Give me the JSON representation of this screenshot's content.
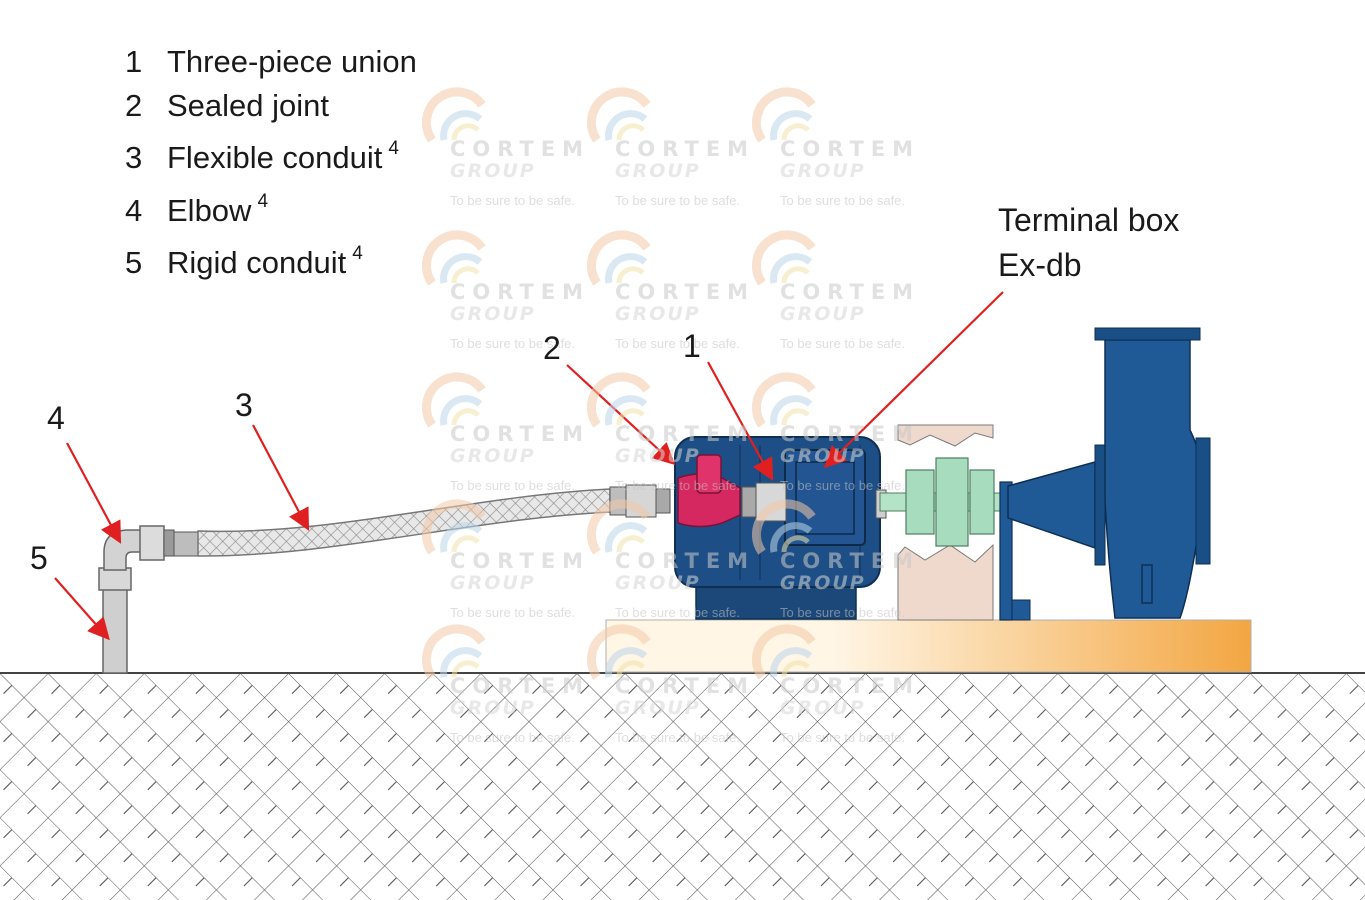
{
  "legend": [
    {
      "num": "1",
      "label": "Three-piece union",
      "note": ""
    },
    {
      "num": "2",
      "label": "Sealed joint",
      "note": ""
    },
    {
      "num": "3",
      "label": "Flexible conduit",
      "note": "4"
    },
    {
      "num": "4",
      "label": "Elbow",
      "note": "4"
    },
    {
      "num": "5",
      "label": "Rigid conduit",
      "note": "4"
    }
  ],
  "callouts": {
    "c1": "1",
    "c2": "2",
    "c3": "3",
    "c4": "4",
    "c5": "5"
  },
  "terminal_box": {
    "line1": "Terminal box",
    "line2": "Ex-db"
  },
  "watermark": {
    "name": "CORTEM",
    "group": "GROUP",
    "tagline": "To be sure to be safe."
  },
  "colors": {
    "motor": "#1d4f86",
    "pump": "#1f5a96",
    "coupling": "#a8dcbf",
    "sealed_joint": "#d62860",
    "base_gradient_start": "#fff6e6",
    "base_gradient_end": "#f3a642",
    "arrow": "#e02020",
    "conduit": "#c8c8c8",
    "guard": "#efd9cc"
  }
}
